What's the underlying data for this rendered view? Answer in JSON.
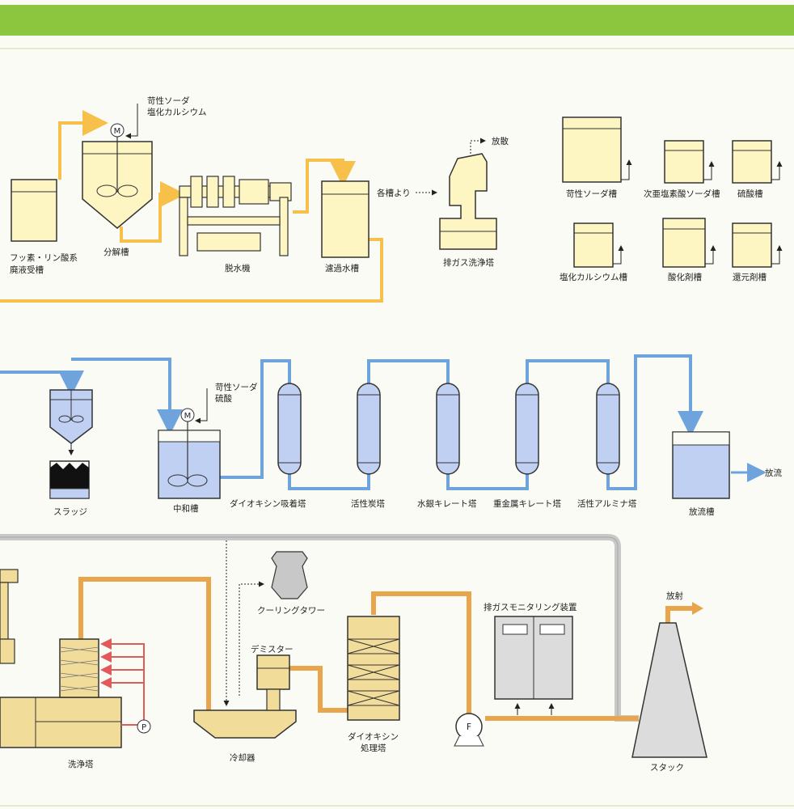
{
  "colors": {
    "header_band": "#8cc63f",
    "tank_fill": "#fdf5c2",
    "tank_stroke": "#333333",
    "pipe_yellow": "#f7c04a",
    "pipe_blue": "#6fa3dc",
    "water_blue": "#bfd0f2",
    "exhaust_fill": "#f1dc9a",
    "exhaust_pipe": "#e8a54b",
    "exhaust_gray": "#c8c8c8",
    "air_red": "#e05a5a",
    "sludge_black": "#111111"
  },
  "icons": {
    "motor": "M",
    "pump": "P",
    "fan": "F"
  },
  "section1": {
    "tank_fluoride": "フッ素・リン酸系\n廃液受槽",
    "reagent_top": "苛性ソーダ\n塩化カルシウム",
    "tank_decompose": "分解槽",
    "dewater_machine": "脱水機",
    "filtrate_tank": "濾過水槽",
    "scrubber_from": "各槽より",
    "scrubber_to": "放散",
    "scrubber": "排ガス洗浄塔",
    "chem_tanks": {
      "caustic_soda": "苛性ソーダ槽",
      "hypochlorite": "次亜塩素酸ソーダ槽",
      "sulfuric": "硫酸槽",
      "calcium_chloride": "塩化カルシウム槽",
      "oxidizer": "酸化剤槽",
      "reducer": "還元剤槽"
    }
  },
  "section2": {
    "sludge": "スラッジ",
    "neutral_reagents": "苛性ソーダ\n硫酸",
    "neutral_tank": "中和槽",
    "col_dioxin": "ダイオキシン吸着塔",
    "col_carbon": "活性炭塔",
    "col_mercury": "水銀キレート塔",
    "col_heavy": "重金属キレート塔",
    "col_alumina": "活性アルミナ塔",
    "discharge_tank": "放流槽",
    "discharge_out": "放流"
  },
  "section3": {
    "wash_tower": "洗浄塔",
    "cooling_tower": "クーリングタワー",
    "demister": "デミスター",
    "cooler": "冷却器",
    "dioxin_treat": "ダイオキシン\n処理塔",
    "monitor": "排ガスモニタリング装置",
    "stack_out": "放射",
    "stack": "スタック"
  }
}
